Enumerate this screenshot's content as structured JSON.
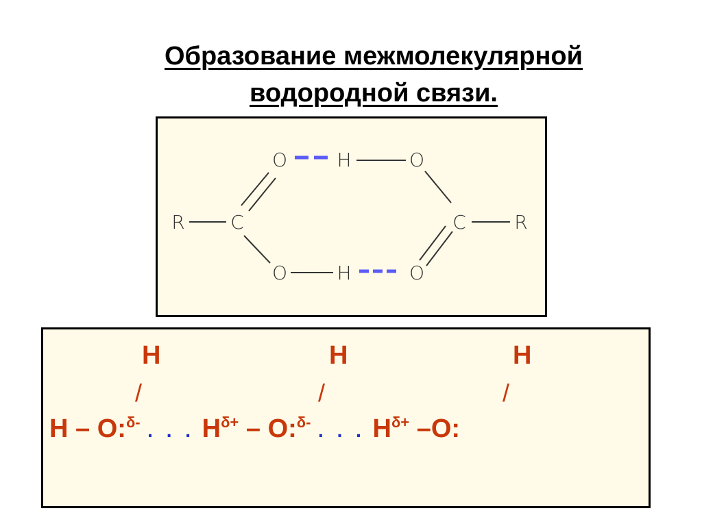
{
  "title": {
    "line1": "Образование межмолекулярной",
    "line2": "водородной связи."
  },
  "dimer": {
    "atoms": {
      "o_top_left": "O",
      "h_top": "H",
      "o_top_right": "O",
      "r_left": "R",
      "c_left": "C",
      "c_right": "C",
      "r_right": "R",
      "o_bottom_left": "O",
      "h_bottom": "H",
      "o_bottom_right": "O"
    },
    "hbond_color": "#5b5bf5",
    "bond_color": "#333333"
  },
  "water": {
    "top_h": [
      "H",
      "H",
      "H"
    ],
    "slash": [
      "/",
      "/",
      "/"
    ],
    "chain": {
      "h_start": "H",
      "dash1": "–",
      "o1": "O:",
      "delta_minus": "δ-",
      "dots": ". . .",
      "h_mid": "H",
      "delta_plus": "δ+",
      "dash2": "–",
      "o2": "O:",
      "h_end": "H",
      "dash3": "–",
      "o3": "O:"
    },
    "text_color": "#c8380b",
    "dots_color": "#2232c8"
  }
}
